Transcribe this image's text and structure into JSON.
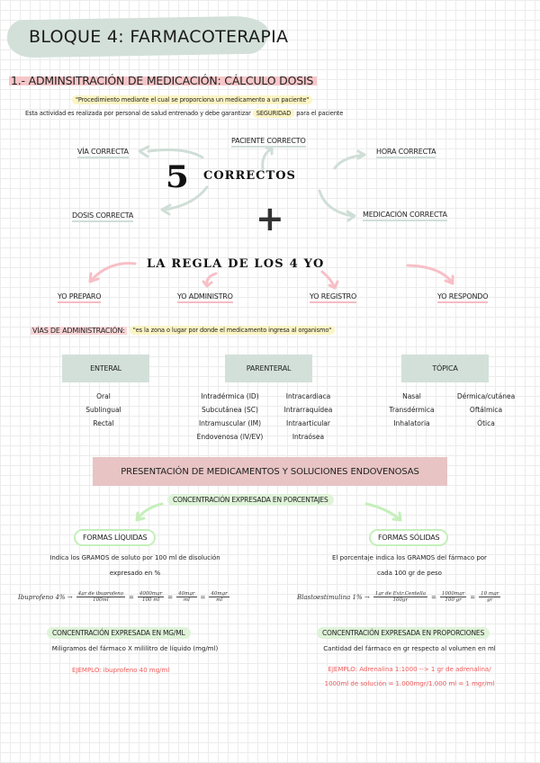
{
  "header": {
    "title": "BLOQUE 4: FARMACOTERAPIA",
    "section_title": "1.- ADMINSITRACIÓN DE MEDICACIÓN: CÁLCULO DOSIS",
    "definition_quote": "\"Procedimiento mediante el cual se proporciona un medicamento a un paciente\"",
    "sentence_prefix": "Esta actividad es realizada por personal de salud entrenado y debe garantizar",
    "sentence_highlight": "SEGURIDAD",
    "sentence_suffix": "para el paciente"
  },
  "cinco_correctos": {
    "number": "5",
    "word": "CORRECTOS",
    "items": [
      {
        "label": "VÍA CORRECTA"
      },
      {
        "label": "PACIENTE CORRECTO"
      },
      {
        "label": "HORA CORRECTA"
      },
      {
        "label": "DOSIS CORRECTA"
      },
      {
        "label": "MEDICACIÓN CORRECTA"
      }
    ],
    "plus_symbol": "+"
  },
  "regla_4_yo": {
    "title": "LA REGLA DE LOS 4 YO",
    "items": [
      {
        "label": "YO PREPARO"
      },
      {
        "label": "YO ADMINISTRO"
      },
      {
        "label": "YO REGISTRO"
      },
      {
        "label": "YO RESPONDO"
      }
    ]
  },
  "vias": {
    "label": "VÍAS DE ADMINISTRACIÓN:",
    "definition": "\"es la zona o lugar por donde el medicamento ingresa al organismo\"",
    "categories": [
      {
        "name": "ENTERAL",
        "col1": [
          "Oral",
          "Sublingual",
          "Rectal"
        ],
        "col2": []
      },
      {
        "name": "PARENTERAL",
        "col1": [
          "Intradérmica (ID)",
          "Subcutánea (SC)",
          "Intramuscular (IM)",
          "Endovenosa (IV/EV)"
        ],
        "col2": [
          "Intracardiaca",
          "Intrarraquídea",
          "Intraarticular",
          "Intraósea"
        ]
      },
      {
        "name": "TÓPICA",
        "col1": [
          "Nasal",
          "Transdérmica",
          "Inhalatoria"
        ],
        "col2": [
          "Dérmica/cutánea",
          "Oftálmica",
          "Ótica"
        ]
      }
    ]
  },
  "presentacion": {
    "banner": "PRESENTACIÓN DE MEDICAMENTOS Y SOLUCIONES ENDOVENOSAS",
    "porcentajes_label": "CONCENTRACIÓN EXPRESADA EN PORCENTAJES",
    "liquidas": {
      "label": "FORMAS LÍQUIDAS",
      "desc_line1": "Indica los GRAMOS de soluto por 100 ml de disolución",
      "desc_line2": "expresado en %",
      "formula": {
        "lhs": "Ibuprofeno 4% →",
        "f1_num": "4gr de ibuprofeno",
        "f1_den": "100ml",
        "f2_num": "4000mgr",
        "f2_den": "100 ml",
        "f3_num": "40mgr",
        "f3_den": "ml",
        "f4_num": "40mgr",
        "f4_den": "ml"
      }
    },
    "solidas": {
      "label": "FORMAS SÓLIDAS",
      "desc_line1": "El porcentaje indica los GRAMOS del fármaco por",
      "desc_line2": "cada 100 gr de peso",
      "formula": {
        "lhs": "Blastoestimulina 1% →",
        "f1_num": "1gr de Extr.Centella",
        "f1_den": "100gr",
        "f2_num": "1000mgr",
        "f2_den": "100 gr",
        "f3_num": "10 mgr",
        "f3_den": "gr"
      }
    },
    "mg_ml": {
      "label": "CONCENTRACIÓN EXPRESADA EN MG/ML",
      "desc": "Miligramos del fármaco X mililitro de líquido (mg/ml)",
      "example": "EJEMPLO: ibuprofeno 40 mg/ml"
    },
    "proporciones": {
      "label": "CONCENTRACIÓN EXPRESADA EN PROPORCIONES",
      "desc": "Cantidad del fármaco en gr respecto al volumen en ml",
      "example_line1": "EJEMPLO: Adrenalina 1:1000 --> 1 gr de adrenalina/",
      "example_line2": "1000ml de solución = 1.000mgr/1.000 ml = 1 mgr/ml"
    }
  },
  "colors": {
    "sage": "#d3e0da",
    "pink_highlight": "#f6c6c8",
    "yellow_highlight": "#fbf4c4",
    "green_highlight": "#dff3d9",
    "banner_pink": "#e8c4c4",
    "example_red": "#f05a5a"
  }
}
